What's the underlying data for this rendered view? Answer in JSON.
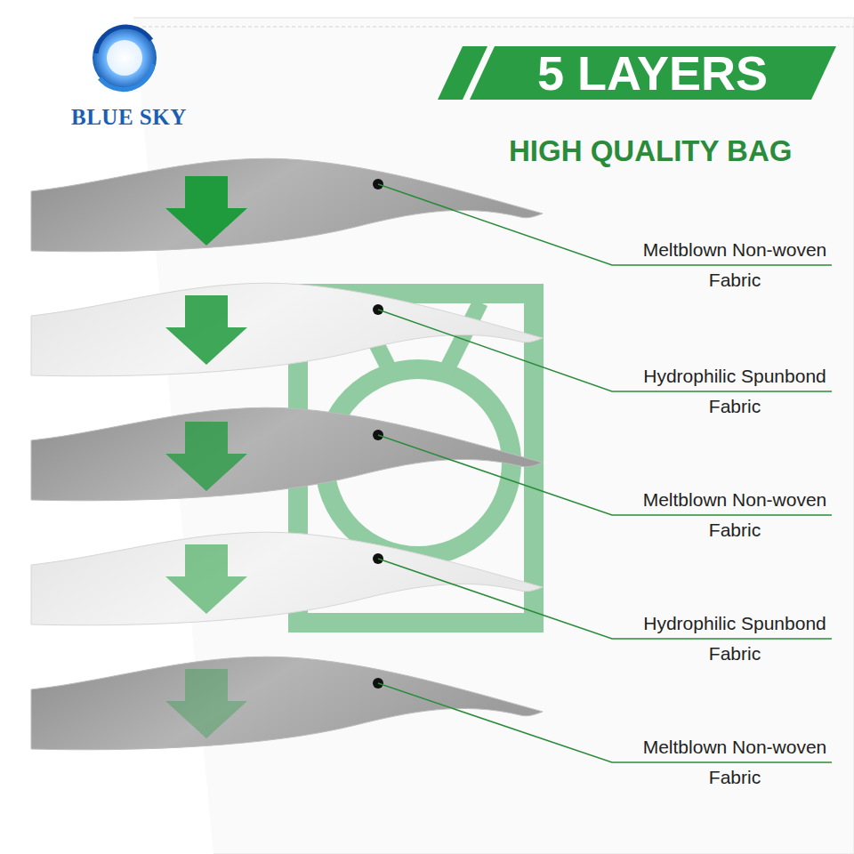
{
  "diagram": {
    "title": "5 LAYERS",
    "labels": [
      "BLUE SKY",
      "HIGH QUALITY BAG",
      "Meltblown Non-woven Fabric",
      "Hydrophilic Spunbond Fabric",
      "Meltblown Non-woven Fabric",
      "Hydrophilic Spunbond Fabric",
      "Meltblown Non-woven Fabric"
    ]
  }
}
